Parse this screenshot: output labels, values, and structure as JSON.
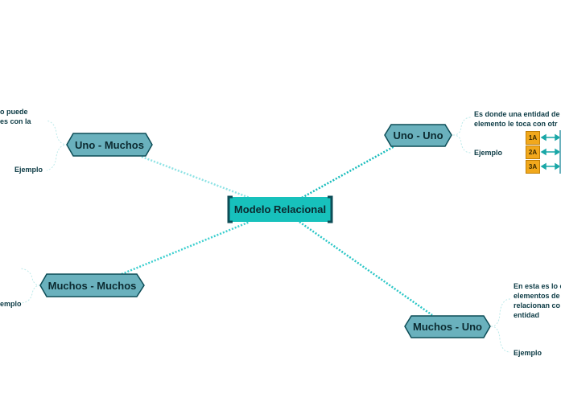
{
  "central": {
    "label": "Modelo Relacional"
  },
  "topics": [
    {
      "label": "Uno - Muchos",
      "description": "o puede\nes con la",
      "example": "Ejemplo"
    },
    {
      "label": "Uno - Uno",
      "description": "Es donde una entidad de\nelemento le toca con otr",
      "example": "Ejemplo"
    },
    {
      "label": "Muchos - Muchos",
      "example": "emplo"
    },
    {
      "label": "Muchos - Uno",
      "description": "En esta es lo c\nelementos de\nrelacionan co\nentidad",
      "example": "Ejemplo"
    }
  ],
  "example_cells": [
    "1A",
    "2A",
    "3A"
  ],
  "colors": {
    "central_fill": "#17c1bc",
    "topic_fill": "#6ab1bd",
    "border": "#0d4d57",
    "connector": "#3ccfcf",
    "cell_fill": "#f1a81c",
    "arrow": "#19a7a7"
  }
}
